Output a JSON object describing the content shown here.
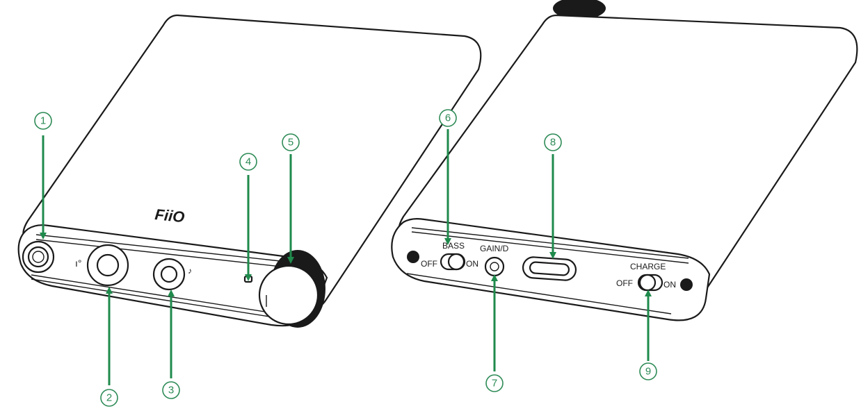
{
  "brand": {
    "logo_text": "FiiO"
  },
  "rear_panel": {
    "bass_label": "BASS",
    "bass_off": "OFF",
    "bass_on": "ON",
    "gain_label": "GAIN/D",
    "charge_label": "CHARGE",
    "charge_off": "OFF",
    "charge_on": "ON"
  },
  "callouts": [
    "1",
    "2",
    "3",
    "4",
    "5",
    "6",
    "7",
    "8",
    "9"
  ],
  "colors": {
    "callout": "#2e8b57",
    "arrow": "#1f8a4c",
    "line": "#1a1a1a"
  }
}
